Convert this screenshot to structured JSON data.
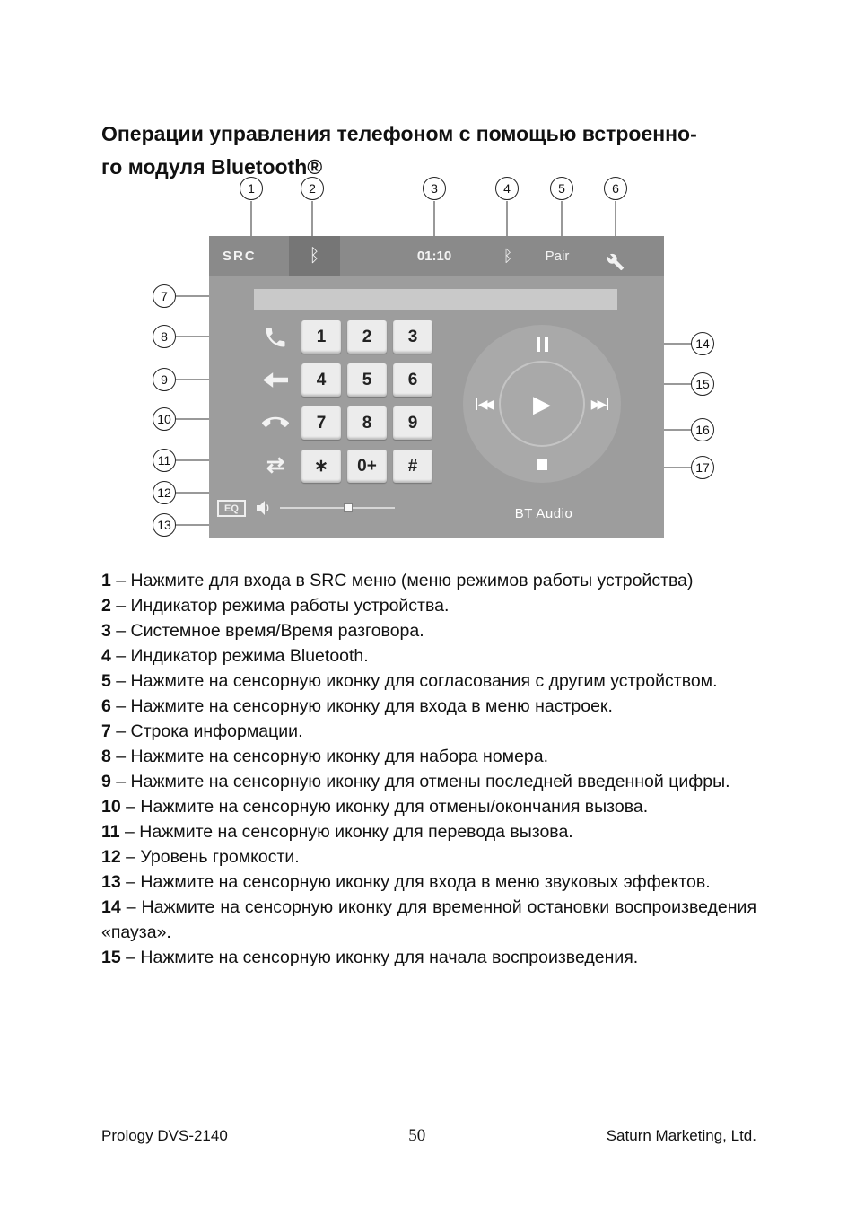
{
  "title": {
    "line1": "Операции управления телефоном с помощью встроенно-",
    "line2": "го модуля Bluetooth®"
  },
  "callout_numbers": [
    "1",
    "2",
    "3",
    "4",
    "5",
    "6",
    "7",
    "8",
    "9",
    "10",
    "11",
    "12",
    "13",
    "14",
    "15",
    "16",
    "17"
  ],
  "device": {
    "top_bar": {
      "src_label": "SRC",
      "bluetooth_glyph": "ᛒ",
      "time": "01:10",
      "pair_label": "Pair"
    },
    "keypad": [
      "1",
      "2",
      "3",
      "4",
      "5",
      "6",
      "7",
      "8",
      "9",
      "∗",
      "0+",
      "#"
    ],
    "controls": {
      "play_glyph": "▶",
      "prev_glyph": "◀◀",
      "next_glyph": "▶▶"
    },
    "bottom": {
      "eq_label": "EQ",
      "bt_audio_label": "BT Audio"
    },
    "colors": {
      "screen_bg": "#9d9d9d",
      "top_bar_bg": "#8a8a8a",
      "mode_tab_bg": "#767676",
      "info_bar_bg": "#c9c9c9",
      "key_bg": "#ececec"
    }
  },
  "descriptions": [
    {
      "num": "1",
      "text": "– Нажмите для входа в SRC меню (меню режимов работы устройства)"
    },
    {
      "num": "2",
      "text": "– Индикатор режима работы устройства."
    },
    {
      "num": "3",
      "text": "– Системное время/Время разговора."
    },
    {
      "num": "4",
      "text": "– Индикатор режима Bluetooth."
    },
    {
      "num": "5",
      "text": "– Нажмите на сенсорную иконку для согласования с другим устройством."
    },
    {
      "num": "6",
      "text": "– Нажмите на сенсорную иконку для входа в меню настроек."
    },
    {
      "num": "7",
      "text": "– Строка информации."
    },
    {
      "num": "8",
      "text": "– Нажмите на сенсорную иконку для набора номера."
    },
    {
      "num": "9",
      "text": "– Нажмите на сенсорную иконку для отмены последней введенной цифры."
    },
    {
      "num": "10",
      "text": "– Нажмите на сенсорную иконку для отмены/окончания вызова."
    },
    {
      "num": "11",
      "text": "– Нажмите на сенсорную иконку для перевода вызова."
    },
    {
      "num": "12",
      "text": "– Уровень громкости."
    },
    {
      "num": "13",
      "text": "– Нажмите на сенсорную иконку для входа в меню звуковых эффектов."
    },
    {
      "num": "14",
      "text": "– Нажмите на сенсорную иконку для временной остановки воспроизведения «пауза»."
    },
    {
      "num": "15",
      "text": "– Нажмите на сенсорную иконку для начала воспроизведения."
    }
  ],
  "footer": {
    "left": "Prology DVS-2140",
    "page_number": "50",
    "right": "Saturn Marketing, Ltd."
  }
}
